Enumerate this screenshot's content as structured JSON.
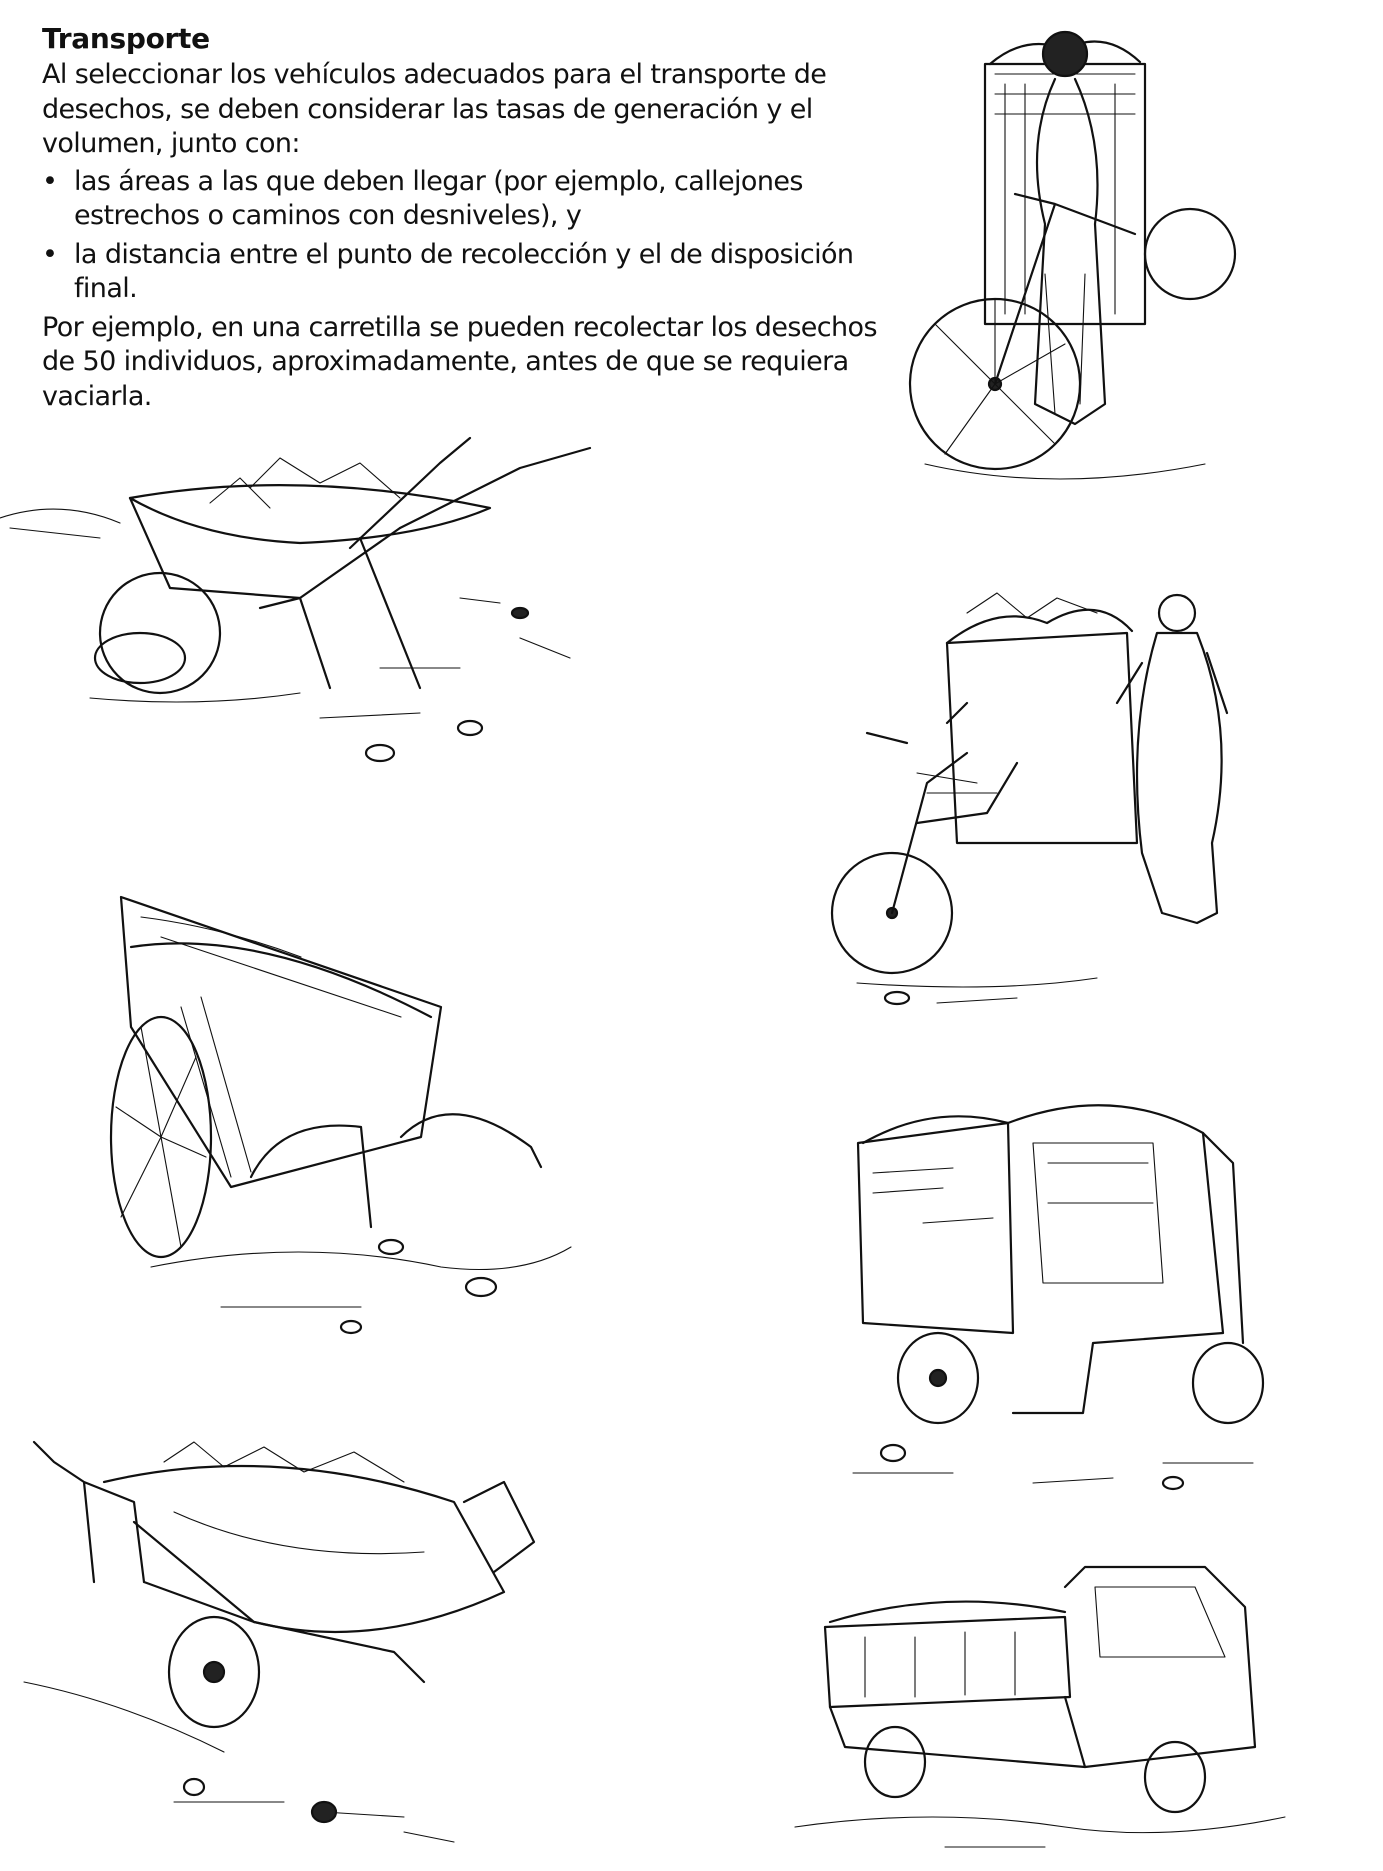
{
  "title": "Transporte",
  "intro": "Al seleccionar los vehículos adecuados para el transporte de desechos, se deben considerar las tasas de generación y el volumen, junto con:",
  "bullets": [
    "las áreas a las que deben llegar (por ejemplo, callejones estrechos o caminos con desniveles), y",
    "la distancia entre el punto de recolección y el de disposición final."
  ],
  "example": "Por ejemplo, en una carretilla se pueden recolectar los desechos de 50 individuos, aproximadamente, antes de que se requiera vaciarla."
}
